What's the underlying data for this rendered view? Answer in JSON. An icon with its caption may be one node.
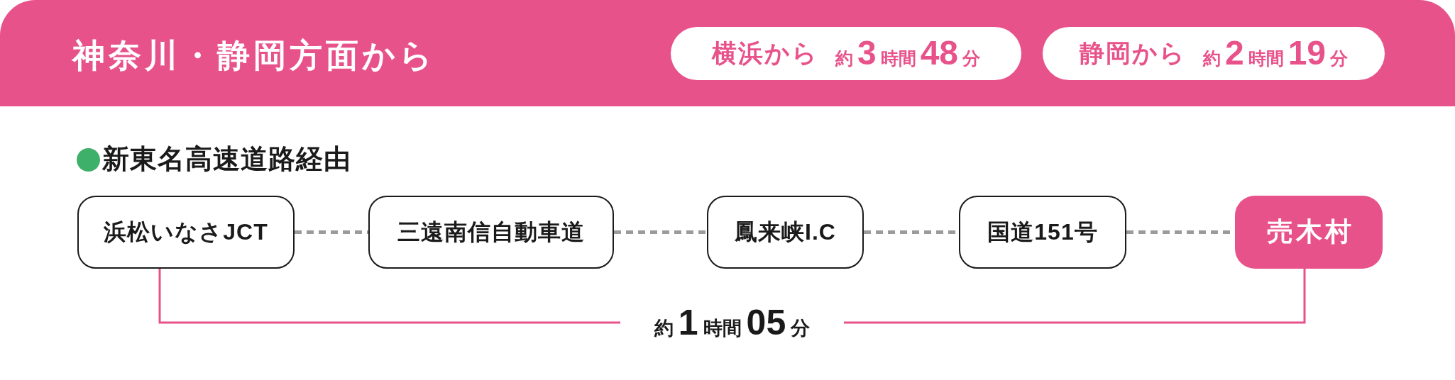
{
  "diagram": {
    "nodes": [
      {
        "text": [
          "神奈川・静岡方面から"
        ]
      },
      {
        "text": [
          "横浜から",
          "約3時間48分"
        ],
        "in": 0
      },
      {
        "text": [
          "静岡から",
          "約2時間19分"
        ],
        "in": 0
      },
      {
        "text": [
          "浜松いなさJCT"
        ]
      },
      {
        "text": [
          "三遠南信自動車道"
        ]
      },
      {
        "text": [
          "鳳来峡I.C"
        ]
      },
      {
        "text": [
          "国道151号"
        ]
      },
      {
        "text": [
          "売木村"
        ]
      }
    ],
    "edges": [
      {
        "from": 3,
        "to": 4,
        "arrow": "none",
        "style": "dashed"
      },
      {
        "from": 4,
        "to": 5,
        "arrow": "none",
        "style": "dashed"
      },
      {
        "from": 5,
        "to": 6,
        "arrow": "none",
        "style": "dashed"
      },
      {
        "from": 6,
        "to": 7,
        "arrow": "none",
        "style": "dashed"
      },
      {
        "from": 3,
        "to": 7,
        "arrow": "none",
        "label": "約1時間05分",
        "color": "#e8528a"
      }
    ],
    "labels": [
      "新東名高速道路経由"
    ]
  }
}
